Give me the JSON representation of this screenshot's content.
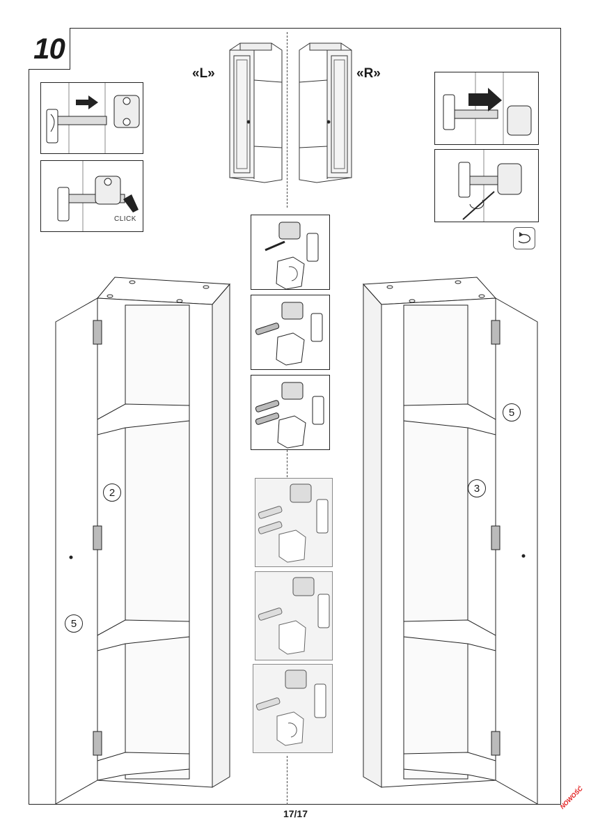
{
  "step": {
    "number": "10"
  },
  "orientation": {
    "left_label": "«L»",
    "right_label": "«R»"
  },
  "hinge_insets": {
    "click_label": "CLICK"
  },
  "part_numbers": {
    "left_door": "5",
    "left_side": "2",
    "right_side": "3",
    "right_door": "5"
  },
  "footer": {
    "page": "17/17"
  },
  "stamp": {
    "text": "NOWOŚĆ",
    "color": "#e21b1b"
  },
  "icons": [
    "hinge-icon",
    "screwdriver-icon",
    "rotate-icon",
    "cabinet-icon",
    "arrow-icon"
  ]
}
